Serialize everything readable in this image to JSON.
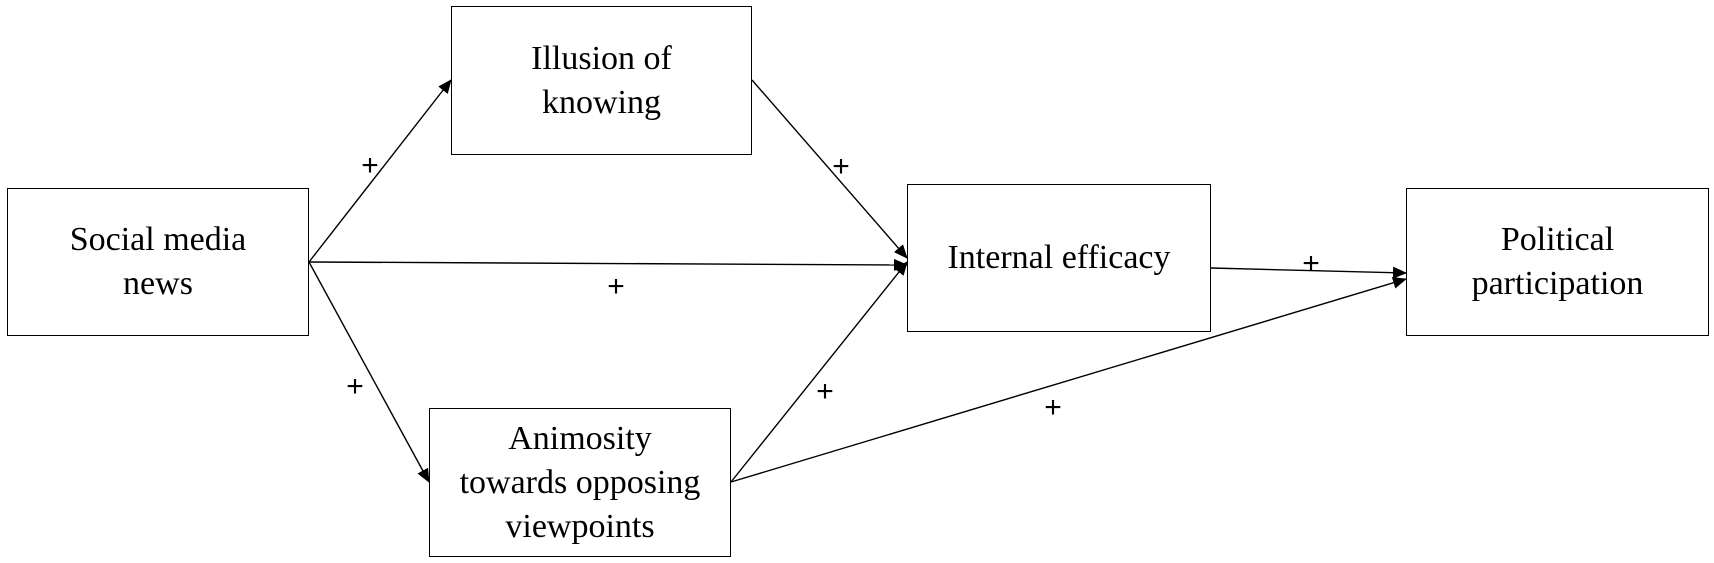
{
  "nodes": {
    "social_media_news": "Social media\nnews",
    "illusion_of_knowing": "Illusion of\nknowing",
    "internal_efficacy": "Internal efficacy",
    "political_participation": "Political\nparticipation",
    "animosity": "Animosity\ntowards opposing\nviewpoints"
  },
  "paths": [
    {
      "from": "Social media news",
      "to": "Illusion of knowing",
      "sign": "+"
    },
    {
      "from": "Illusion of knowing",
      "to": "Internal efficacy",
      "sign": "+"
    },
    {
      "from": "Social media news",
      "to": "Internal efficacy",
      "sign": "+"
    },
    {
      "from": "Internal efficacy",
      "to": "Political participation",
      "sign": "+"
    },
    {
      "from": "Social media news",
      "to": "Animosity towards opposing viewpoints",
      "sign": "+"
    },
    {
      "from": "Animosity towards opposing viewpoints",
      "to": "Internal efficacy",
      "sign": "+"
    },
    {
      "from": "Animosity towards opposing viewpoints",
      "to": "Political participation",
      "sign": "+"
    }
  ]
}
